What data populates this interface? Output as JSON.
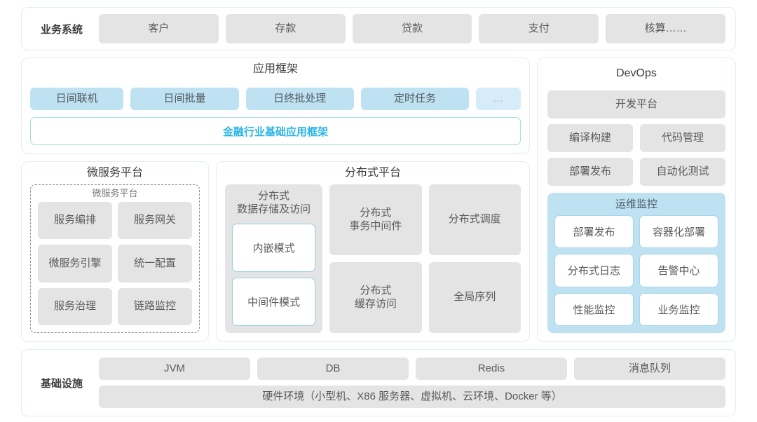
{
  "business": {
    "label": "业务系统",
    "items": [
      "客户",
      "存款",
      "贷款",
      "支付",
      "核算……"
    ]
  },
  "app_framework": {
    "title": "应用框架",
    "chips": [
      "日间联机",
      "日间批量",
      "日终批处理",
      "定时任务",
      "..."
    ],
    "banner": "金融行业基础应用框架"
  },
  "microservice": {
    "title": "微服务平台",
    "inner_title": "微服务平台",
    "items": [
      "服务编排",
      "服务网关",
      "微服务引擎",
      "统一配置",
      "服务治理",
      "链路监控"
    ]
  },
  "distributed": {
    "title": "分布式平台",
    "storage_card": {
      "title": "分布式\n数据存储及访问",
      "title_line1": "分布式",
      "title_line2": "数据存储及访问",
      "modes": [
        "内嵌模式",
        "中间件模式"
      ]
    },
    "col_b": [
      "分布式\n事务中间件",
      "分布式\n缓存访问"
    ],
    "col_b_items": [
      {
        "line1": "分布式",
        "line2": "事务中间件"
      },
      {
        "line1": "分布式",
        "line2": "缓存访问"
      }
    ],
    "col_c_items": [
      {
        "line1": "分布式调度",
        "line2": ""
      },
      {
        "line1": "全局序列",
        "line2": ""
      }
    ]
  },
  "devops": {
    "title": "DevOps",
    "platform": "开发平台",
    "row1": [
      "编译构建",
      "代码管理"
    ],
    "row2": [
      "部署发布",
      "自动化测试"
    ],
    "ops": {
      "title": "运维监控",
      "items": [
        "部署发布",
        "容器化部署",
        "分布式日志",
        "告警中心",
        "性能监控",
        "业务监控"
      ]
    }
  },
  "infrastructure": {
    "label": "基础设施",
    "items": [
      "JVM",
      "DB",
      "Redis",
      "消息队列"
    ],
    "hardware": "硬件环境（小型机、X86 服务器、虚拟机、云环境、Docker 等）"
  },
  "colors": {
    "accent": "#2ab3e6",
    "chip_gray": "#e4e4e4",
    "chip_blue": "#bfe2f3",
    "panel_border": "#dff0ef"
  }
}
